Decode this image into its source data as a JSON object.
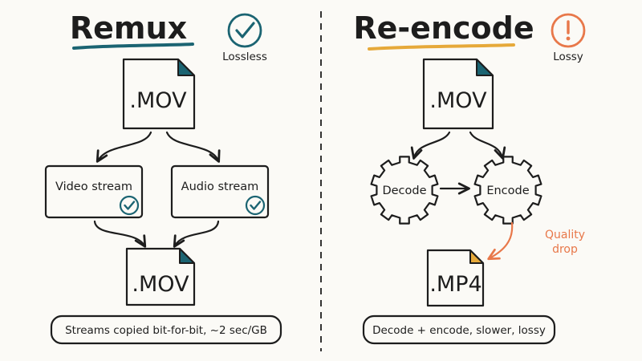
{
  "colors": {
    "teal": "#1b6472",
    "orange": "#e8784a",
    "gold": "#e6a93a",
    "ink": "#1d1d1d",
    "background": "#fbfaf6"
  },
  "left": {
    "title": "Remux",
    "badge_label": "Lossless",
    "badge_icon": "check-circle-icon",
    "source_file": ".MOV",
    "video_stream": "Video stream",
    "audio_stream": "Audio stream",
    "output_file": ".MOV",
    "summary": "Streams copied bit-for-bit, ~2 sec/GB"
  },
  "right": {
    "title": "Re-encode",
    "badge_label": "Lossy",
    "badge_icon": "exclamation-circle-icon",
    "source_file": ".MOV",
    "decode_label": "Decode",
    "encode_label": "Encode",
    "quality_line1": "Quality",
    "quality_line2": "drop",
    "output_file": ".MP4",
    "summary": "Decode + encode, slower, lossy"
  }
}
